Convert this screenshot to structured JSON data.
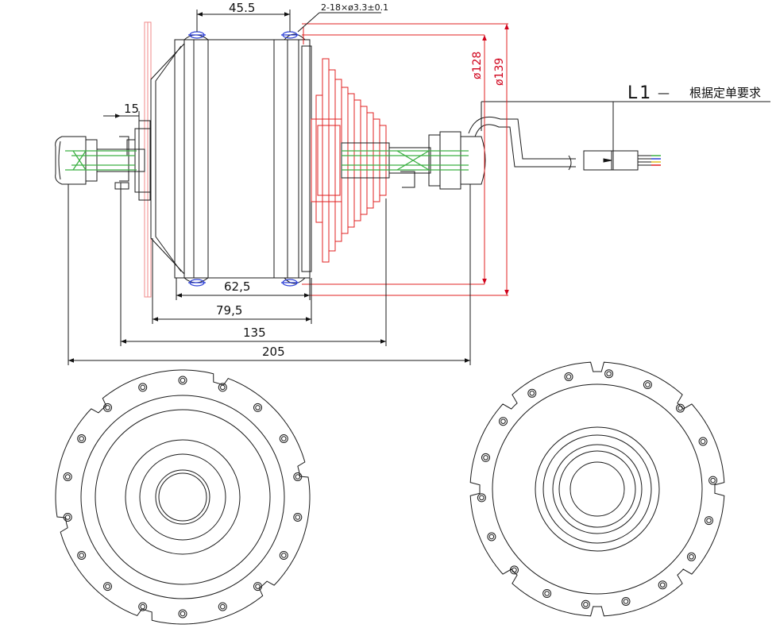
{
  "colors": {
    "outline": "#1a1a1a",
    "cassette": "#e02020",
    "axle_green": "#3cb043",
    "bolt_blue": "#2b3fd6",
    "pink_disc": "#f08a8a"
  },
  "dimensions": {
    "flange_spacing": "45.5",
    "hole_spec": "2-18×ø3.3±0.1",
    "inner_width": "62,5",
    "outer_width": "79,5",
    "dropout_width": "135",
    "total_length": "205",
    "shoulder": "15",
    "diameter_128": "ø128",
    "diameter_139": "ø139"
  },
  "cable_note": {
    "code": "L1",
    "dash": "—",
    "text": "根据定单要求"
  }
}
